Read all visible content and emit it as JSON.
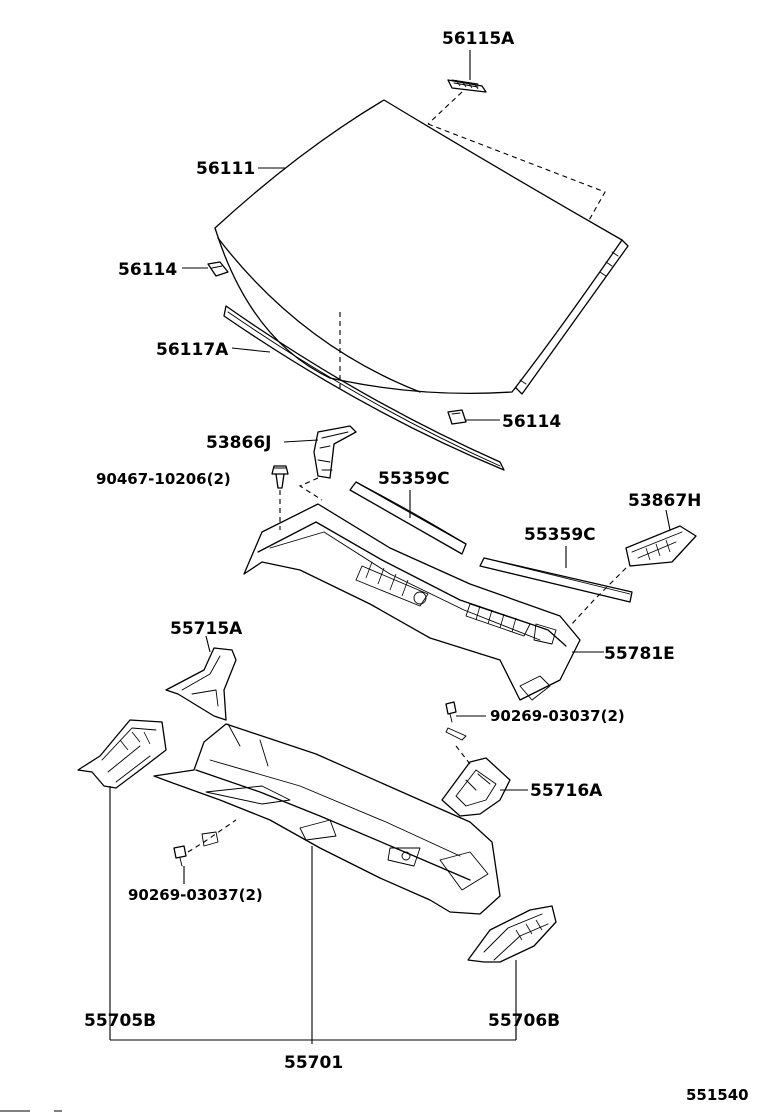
{
  "diagram_id": "551540",
  "labels": {
    "p56115A": "56115A",
    "p56111": "56111",
    "p56114_upper": "56114",
    "p56117A": "56117A",
    "p56114_lower": "56114",
    "p53866J": "53866J",
    "p90467": "90467-10206(2)",
    "p55359C_left": "55359C",
    "p53867H": "53867H",
    "p55359C_right": "55359C",
    "p55715A": "55715A",
    "p55781E": "55781E",
    "p90269_right": "90269-03037(2)",
    "p55716A": "55716A",
    "p90269_left": "90269-03037(2)",
    "p55705B": "55705B",
    "p55706B": "55706B",
    "p55701": "55701"
  }
}
